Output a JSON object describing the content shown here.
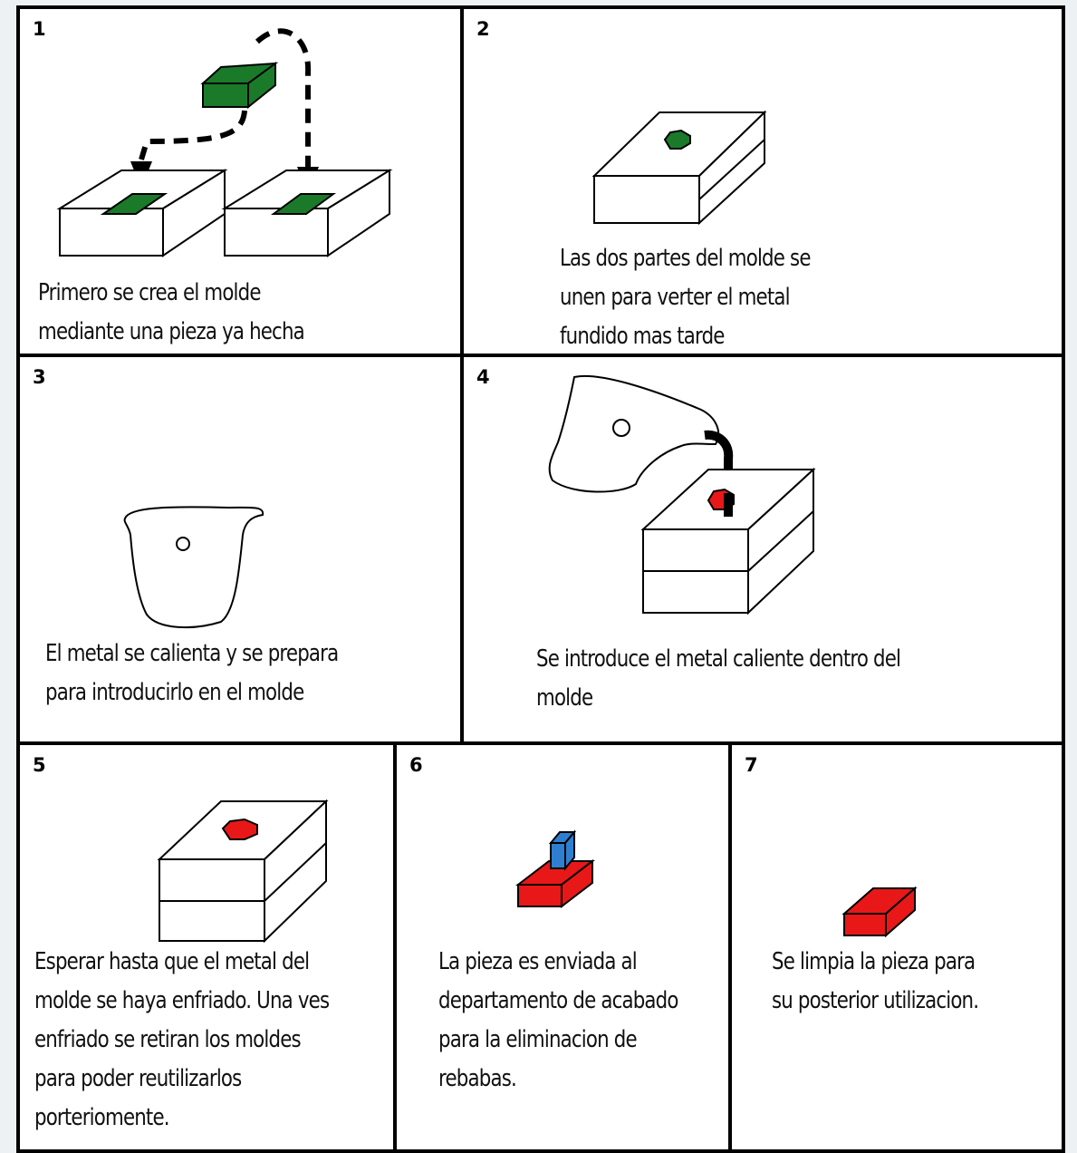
{
  "colors": {
    "green": "#1a7a2a",
    "red": "#e81818",
    "blue": "#2f7fd0",
    "border": "#000000"
  },
  "steps": [
    {
      "number": "1",
      "lines": [
        "Primero se crea el molde",
        "mediante una pieza ya hecha"
      ],
      "icons": [
        "green-pattern-block-icon",
        "dashed-arrow-icon",
        "mold-half-icon"
      ]
    },
    {
      "number": "2",
      "lines": [
        "Las dos partes del molde se",
        "unen para verter el metal",
        "fundido mas tarde"
      ],
      "icons": [
        "closed-mold-icon"
      ]
    },
    {
      "number": "3",
      "lines": [
        "El metal se calienta y se prepara",
        "para introducirlo en el molde"
      ],
      "icons": [
        "crucible-icon"
      ]
    },
    {
      "number": "4",
      "lines": [
        "Se introduce el metal caliente dentro del",
        "molde"
      ],
      "icons": [
        "pouring-crucible-icon",
        "closed-mold-icon"
      ]
    },
    {
      "number": "5",
      "lines": [
        "Esperar hasta que el metal del",
        "molde se haya enfriado. Una ves",
        "enfriado se retiran los moldes",
        "para poder reutilizarlos",
        "porteriomente."
      ],
      "icons": [
        "closed-mold-icon"
      ]
    },
    {
      "number": "6",
      "lines": [
        "La pieza es enviada al",
        "departamento de acabado",
        "para la eliminacion de",
        "rebabas."
      ],
      "icons": [
        "cast-part-with-sprue-icon"
      ]
    },
    {
      "number": "7",
      "lines": [
        "Se limpia la pieza para",
        "su posterior utilizacion."
      ],
      "icons": [
        "finished-part-icon"
      ]
    }
  ]
}
